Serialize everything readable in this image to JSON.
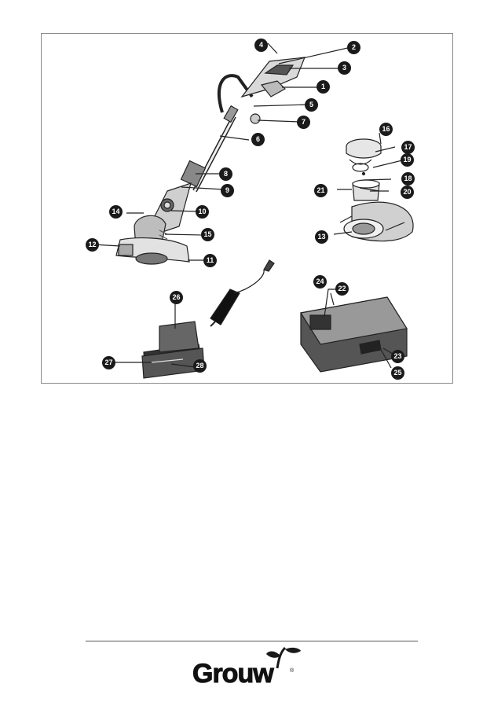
{
  "figure": {
    "callouts": [
      "1",
      "2",
      "3",
      "4",
      "5",
      "6",
      "7",
      "8",
      "9",
      "10",
      "11",
      "12",
      "13",
      "14",
      "15",
      "16",
      "17",
      "18",
      "19",
      "20",
      "21",
      "22",
      "23",
      "24",
      "25",
      "26",
      "27",
      "28"
    ]
  },
  "brand": {
    "logo_text": "Grouw",
    "registered_mark": "®"
  },
  "colors": {
    "callout_fill": "#1a1a1a",
    "line": "#222222",
    "logo_leaf": "#1a1a1a"
  }
}
